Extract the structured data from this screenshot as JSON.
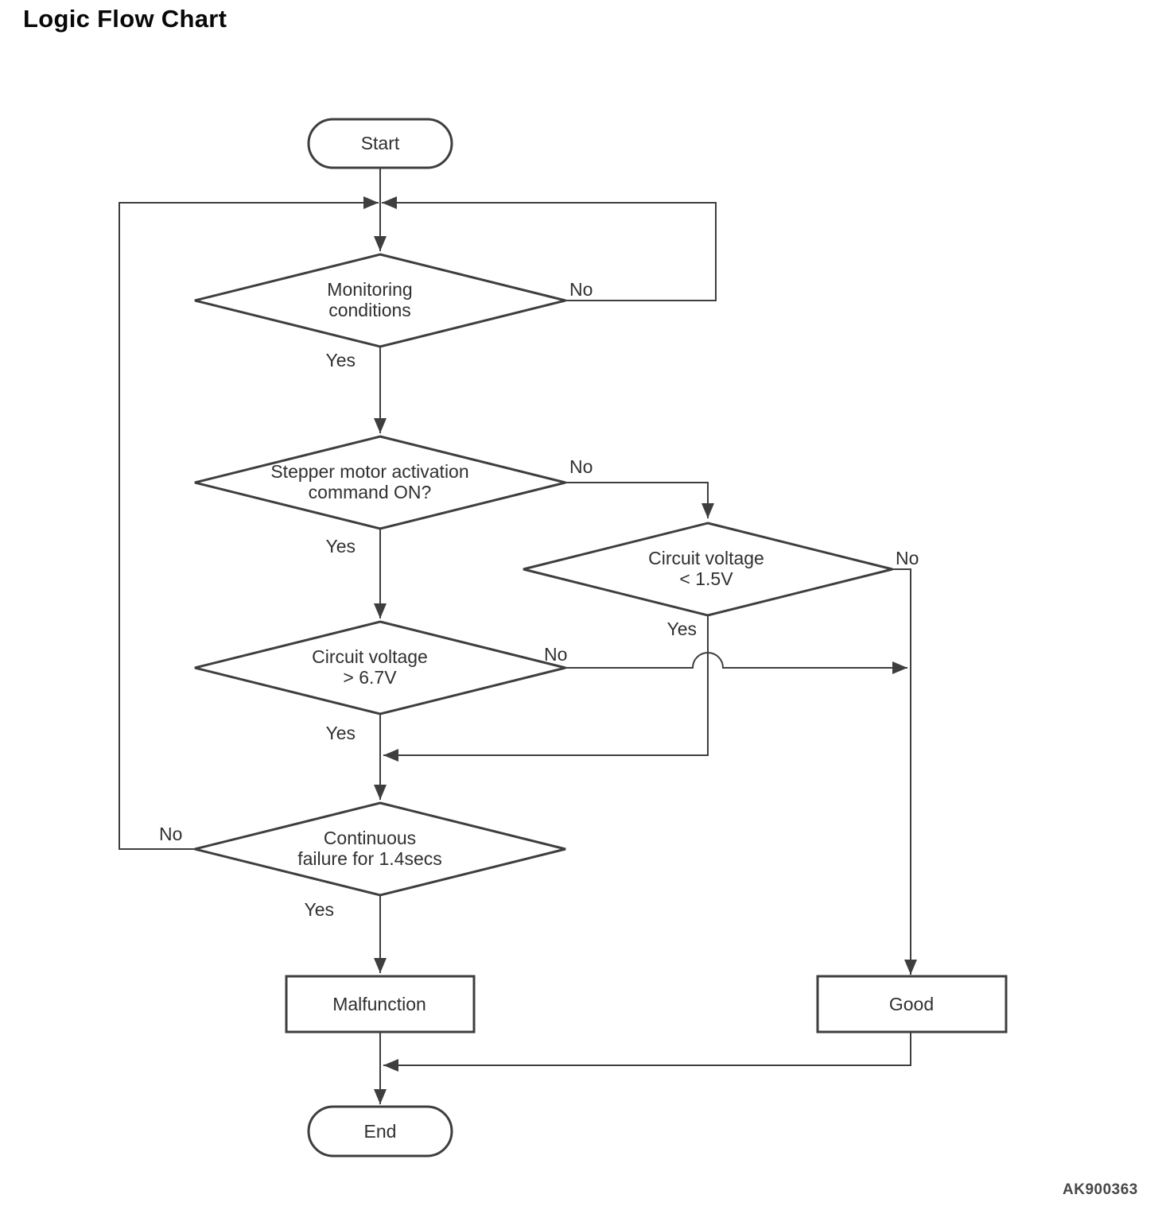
{
  "page": {
    "title": "Logic Flow Chart",
    "figure_code": "AK900363",
    "background_color": "#ffffff",
    "ink_color": "#3e3e3e",
    "text_color": "#303030"
  },
  "nodes": {
    "start": {
      "label": "Start"
    },
    "monitoring": {
      "line1": "Monitoring",
      "line2": "conditions"
    },
    "stepper": {
      "line1": "Stepper motor activation",
      "line2": "command ON?"
    },
    "voltage_low": {
      "line1": "Circuit voltage",
      "line2": "< 1.5V"
    },
    "voltage_high": {
      "line1": "Circuit voltage",
      "line2": "> 6.7V"
    },
    "continuous": {
      "line1": "Continuous",
      "line2": "failure for 1.4secs"
    },
    "malfunction": {
      "label": "Malfunction"
    },
    "good": {
      "label": "Good"
    },
    "end": {
      "label": "End"
    }
  },
  "edge_labels": {
    "monitoring_no": "No",
    "monitoring_yes": "Yes",
    "stepper_no": "No",
    "stepper_yes": "Yes",
    "voltage_low_no": "No",
    "voltage_low_yes": "Yes",
    "voltage_high_no": "No",
    "voltage_high_yes": "Yes",
    "continuous_no": "No",
    "continuous_yes": "Yes"
  }
}
